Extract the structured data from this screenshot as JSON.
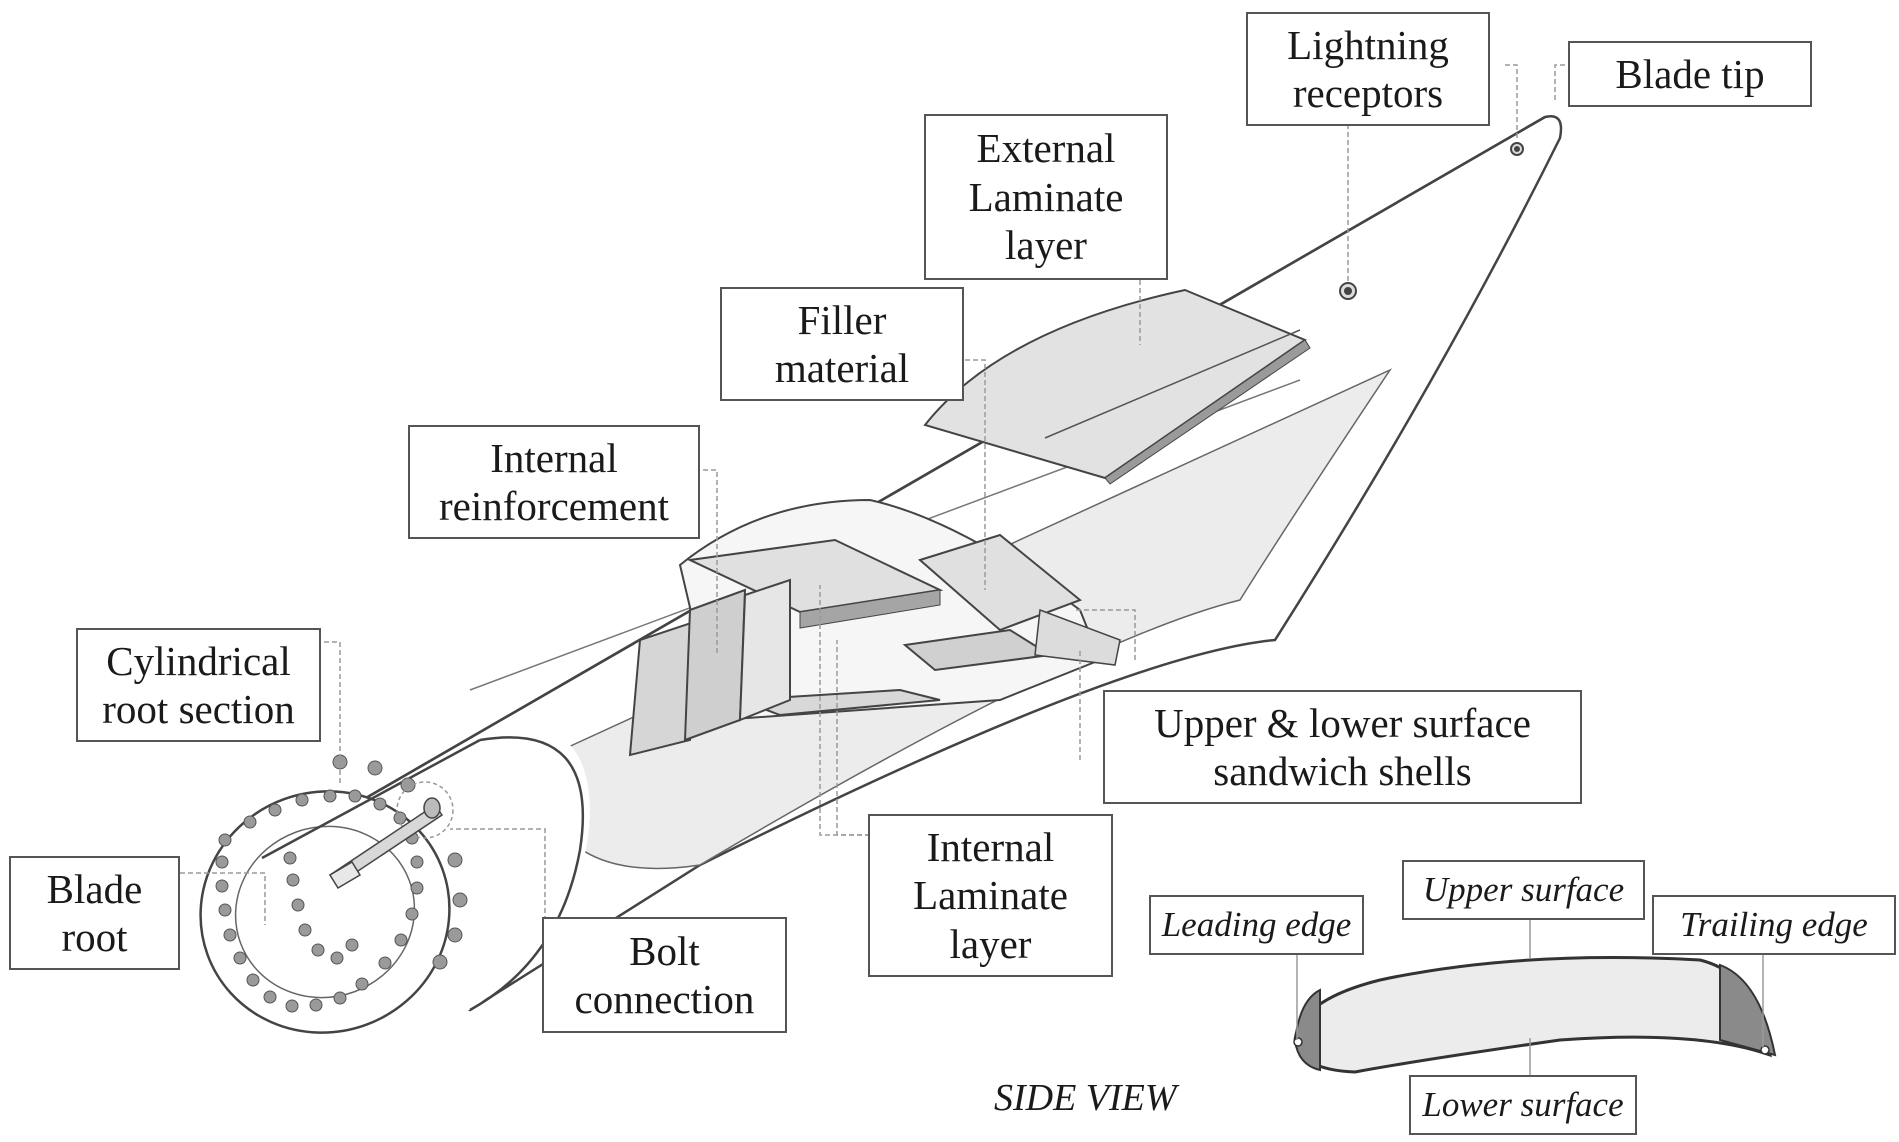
{
  "labels": {
    "lightning_receptors": "Lightning\nreceptors",
    "blade_tip": "Blade tip",
    "external_laminate": "External\nLaminate\nlayer",
    "filler_material": "Filler\nmaterial",
    "internal_reinforcement": "Internal\nreinforcement",
    "cylindrical_root": "Cylindrical\nroot section",
    "blade_root": "Blade\nroot",
    "bolt_connection": "Bolt\nconnection",
    "internal_laminate": "Internal\nLaminate\nlayer",
    "sandwich_shells": "Upper & lower surface\nsandwich shells"
  },
  "side_view": {
    "title": "SIDE VIEW",
    "leading_edge": "Leading edge",
    "upper_surface": "Upper surface",
    "trailing_edge": "Trailing edge",
    "lower_surface": "Lower surface"
  },
  "colors": {
    "outline": "#444444",
    "surface_fill": "#ececec",
    "panel_fill": "#dedede",
    "dark_fill": "#8a8a8a",
    "leader": "#9a9a9a"
  }
}
